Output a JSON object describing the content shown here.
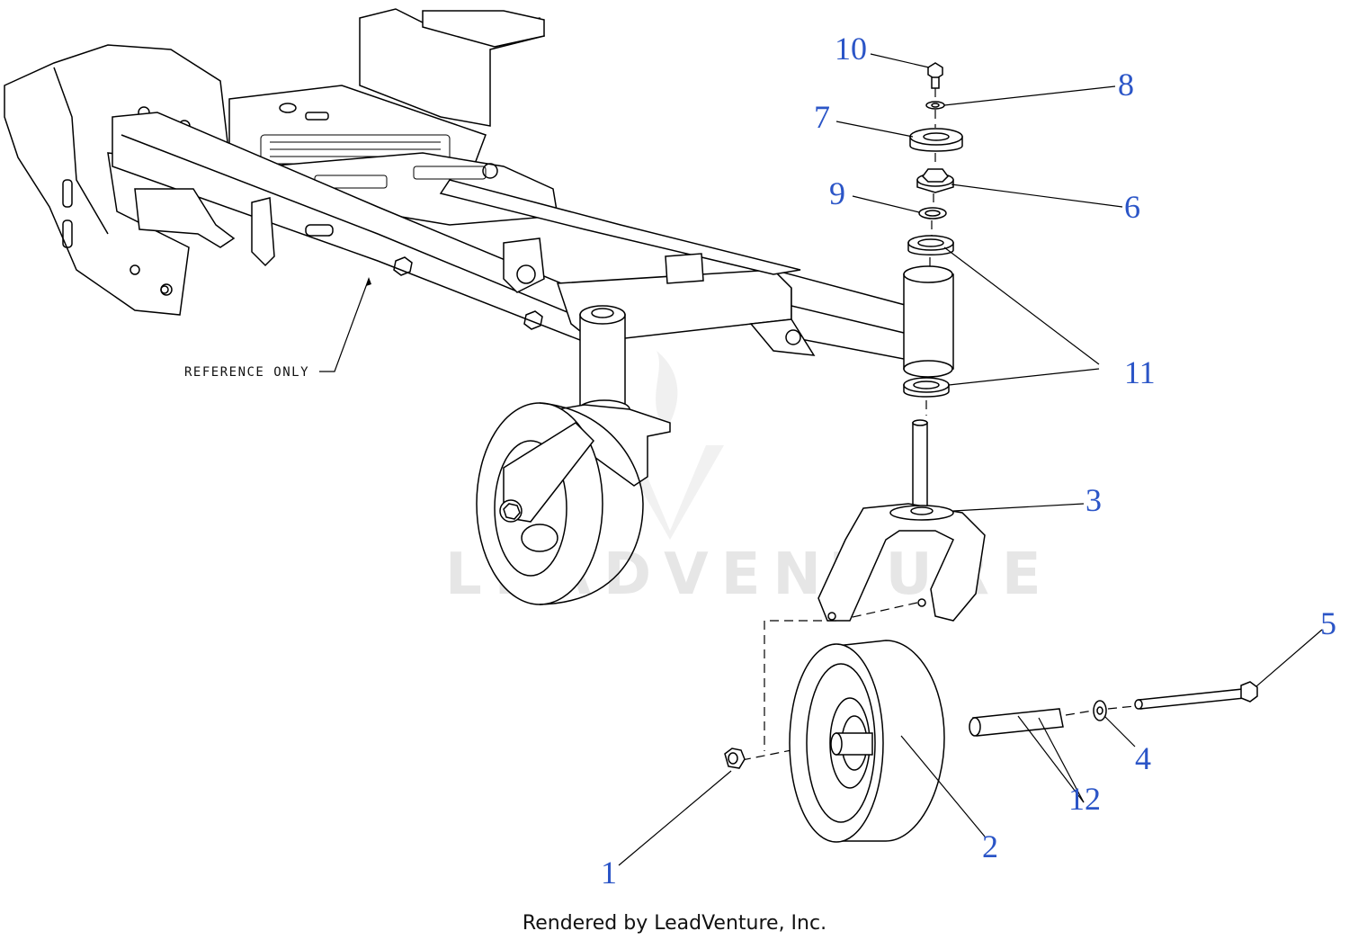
{
  "diagram": {
    "reference_label": "REFERENCE ONLY",
    "watermark": "LEADVENTURE",
    "footer": "Rendered by LeadVenture, Inc.",
    "callout_color": "#2b55c7",
    "callouts": {
      "c1": "1",
      "c2": "2",
      "c3": "3",
      "c4": "4",
      "c5": "5",
      "c6": "6",
      "c7": "7",
      "c8": "8",
      "c9": "9",
      "c10": "10",
      "c11": "11",
      "c12": "12"
    }
  }
}
